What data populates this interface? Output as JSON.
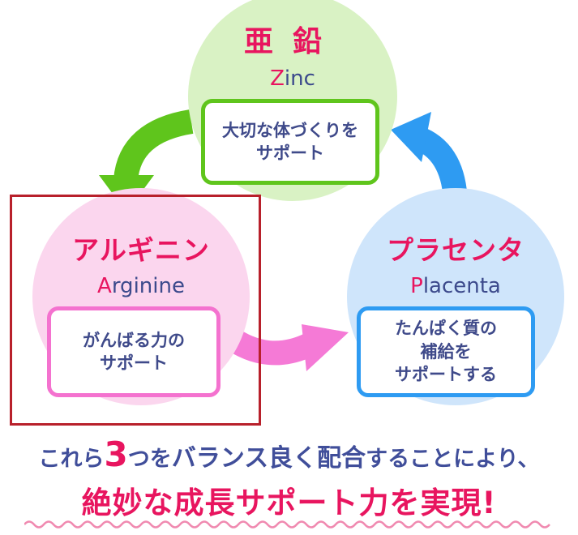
{
  "zinc": {
    "title": "亜鉛",
    "subtitle_first": "Z",
    "subtitle_rest": "inc",
    "line1": "大切な体づくりを",
    "line2": "サポート"
  },
  "arginine": {
    "title": "アルギニン",
    "subtitle_first": "A",
    "subtitle_rest": "rginine",
    "line1": "がんばる力の",
    "line2": "サポート"
  },
  "placenta": {
    "title": "プラセンタ",
    "subtitle_first": "P",
    "subtitle_rest": "lacenta",
    "line1": "たんぱく質の",
    "line2": "補給を",
    "line3": "サポートする"
  },
  "tagline": {
    "part1": "これら",
    "number": "3",
    "part2": "つを",
    "part3": "バランス良く配合",
    "part4": "することにより、"
  },
  "headline": "絶妙な成長サポート力を実現!",
  "colors": {
    "accent_pink": "#e8155f",
    "navy_text": "#3f4a8a",
    "zinc_green": "#5fc51c",
    "arginine_pink": "#f472cf",
    "placenta_blue": "#2e9bf2",
    "highlight_frame": "#b8202b"
  }
}
